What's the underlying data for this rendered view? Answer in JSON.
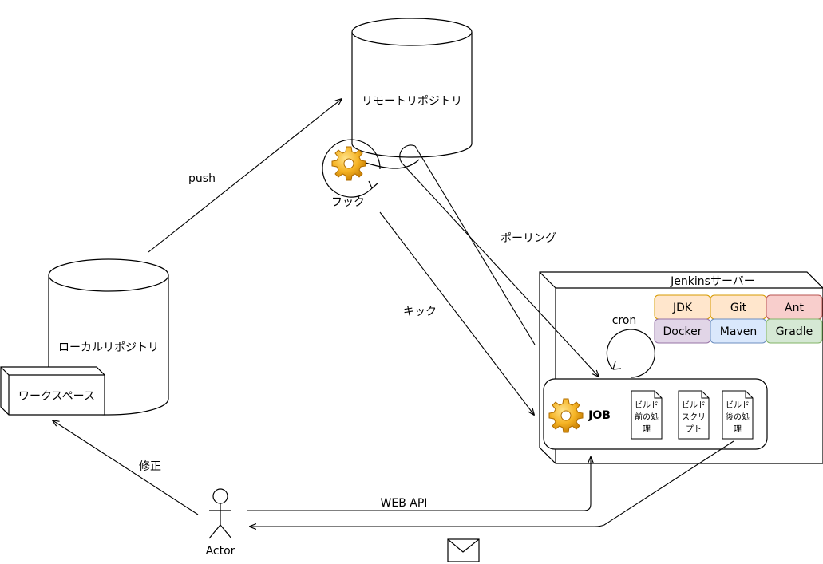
{
  "nodes": {
    "remote_repo": "リモートリポジトリ",
    "local_repo": "ローカルリポジトリ",
    "workspace": "ワークスペース",
    "hook": "フック",
    "jenkins_server": "Jenkinsサーバー",
    "job": "JOB",
    "cron": "cron",
    "actor": "Actor",
    "docs": [
      [
        "ビルド",
        "前の処",
        "理"
      ],
      [
        "ビルド",
        "スクリ",
        "プト"
      ],
      [
        "ビルド",
        "後の処",
        "理"
      ]
    ],
    "tools": [
      {
        "label": "JDK",
        "fill": "#ffe6cc",
        "stroke": "#d79b00"
      },
      {
        "label": "Git",
        "fill": "#ffe6cc",
        "stroke": "#d79b00"
      },
      {
        "label": "Ant",
        "fill": "#f8cecc",
        "stroke": "#b85450"
      },
      {
        "label": "Docker",
        "fill": "#e1d5e7",
        "stroke": "#9673a6"
      },
      {
        "label": "Maven",
        "fill": "#dae8fc",
        "stroke": "#6c8ebf"
      },
      {
        "label": "Gradle",
        "fill": "#d5e8d4",
        "stroke": "#82b366"
      }
    ]
  },
  "edges": {
    "push": "push",
    "polling": "ポーリング",
    "kick": "キック",
    "modify": "修正",
    "web_api": "WEB API"
  },
  "icons": {
    "gear": "gear-icon",
    "mail": "mail-icon",
    "document": "document-icon",
    "actor": "stick-figure-icon"
  }
}
